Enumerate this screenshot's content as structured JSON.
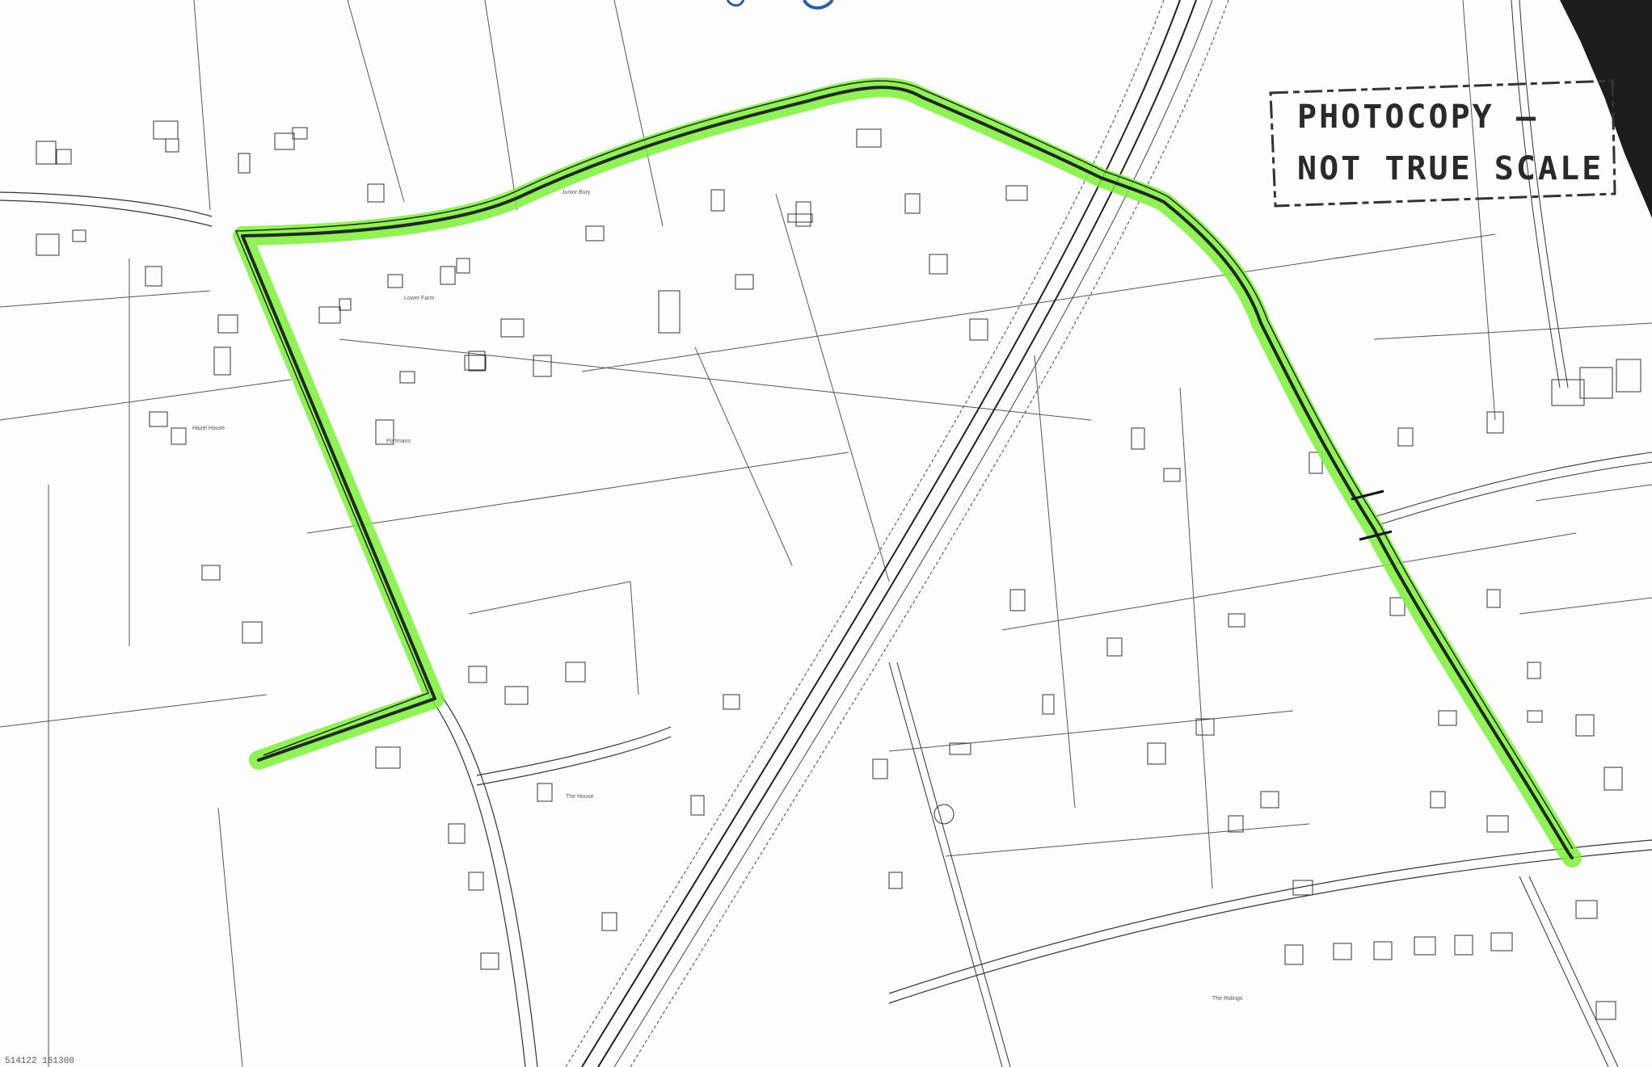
{
  "stamp": {
    "line1": "PHOTOCOPY —",
    "line2": "NOT TRUE SCALE"
  },
  "map_reference": "514122 161300",
  "route_color": "#7ef03a",
  "route_line_color": "#1e2a1e",
  "labels": {
    "the_house": "The House",
    "junior_bury": "Junior Bury",
    "portmans": "Portmans",
    "hazel_house": "Hazel House",
    "lower_farm": "Lower Farm",
    "the_ridings": "The Ridings"
  }
}
